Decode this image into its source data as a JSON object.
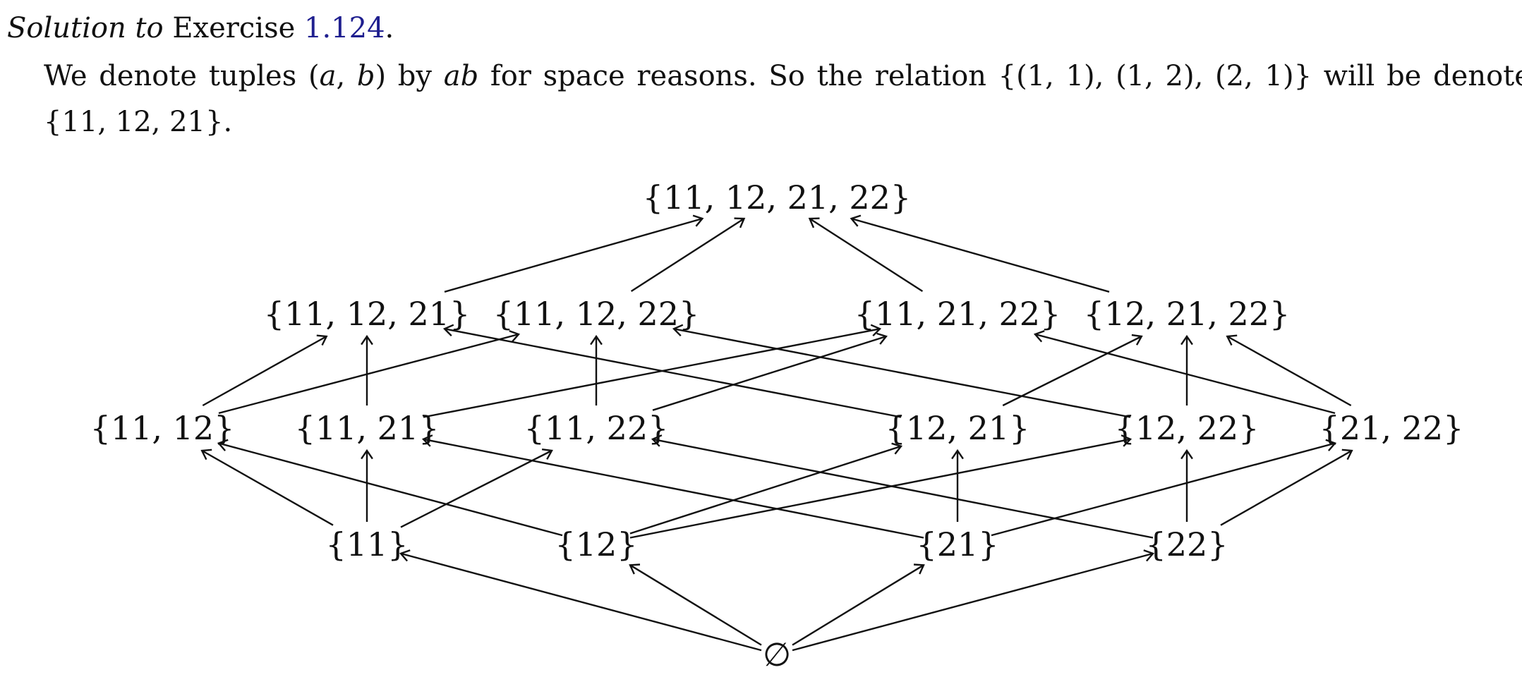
{
  "heading": {
    "solution_label": "Solution to",
    "exercise_word": " Exercise ",
    "exercise_ref": "1.124",
    "period": "."
  },
  "paragraph": {
    "line1_a": "We denote tuples (",
    "var_a": "a",
    "comma": ", ",
    "var_b": "b",
    "line1_b": ") by ",
    "var_ab": "ab",
    "line1_c": " for space reasons.  So the relation {(1, 1), (1, 2), (2, 1)} will be denoted",
    "line2": "{11, 12, 21}."
  },
  "diagram": {
    "nodes": [
      {
        "id": "top",
        "label": "{11, 12, 21, 22}"
      },
      {
        "id": "t1",
        "label": "{11, 12, 21}"
      },
      {
        "id": "t2",
        "label": "{11, 12, 22}"
      },
      {
        "id": "t3",
        "label": "{11, 21, 22}"
      },
      {
        "id": "t4",
        "label": "{12, 21, 22}"
      },
      {
        "id": "p1",
        "label": "{11, 12}"
      },
      {
        "id": "p2",
        "label": "{11, 21}"
      },
      {
        "id": "p3",
        "label": "{11, 22}"
      },
      {
        "id": "p4",
        "label": "{12, 21}"
      },
      {
        "id": "p5",
        "label": "{12, 22}"
      },
      {
        "id": "p6",
        "label": "{21, 22}"
      },
      {
        "id": "s1",
        "label": "{11}"
      },
      {
        "id": "s2",
        "label": "{12}"
      },
      {
        "id": "s3",
        "label": "{21}"
      },
      {
        "id": "s4",
        "label": "{22}"
      },
      {
        "id": "empty",
        "label": "∅"
      }
    ],
    "edges": [
      [
        "empty",
        "s1"
      ],
      [
        "empty",
        "s2"
      ],
      [
        "empty",
        "s3"
      ],
      [
        "empty",
        "s4"
      ],
      [
        "s1",
        "p1"
      ],
      [
        "s1",
        "p2"
      ],
      [
        "s1",
        "p3"
      ],
      [
        "s2",
        "p1"
      ],
      [
        "s2",
        "p4"
      ],
      [
        "s2",
        "p5"
      ],
      [
        "s3",
        "p2"
      ],
      [
        "s3",
        "p4"
      ],
      [
        "s3",
        "p6"
      ],
      [
        "s4",
        "p3"
      ],
      [
        "s4",
        "p5"
      ],
      [
        "s4",
        "p6"
      ],
      [
        "p1",
        "t1"
      ],
      [
        "p1",
        "t2"
      ],
      [
        "p2",
        "t1"
      ],
      [
        "p2",
        "t3"
      ],
      [
        "p3",
        "t2"
      ],
      [
        "p3",
        "t3"
      ],
      [
        "p4",
        "t1"
      ],
      [
        "p4",
        "t4"
      ],
      [
        "p5",
        "t2"
      ],
      [
        "p5",
        "t4"
      ],
      [
        "p6",
        "t3"
      ],
      [
        "p6",
        "t4"
      ],
      [
        "t1",
        "top"
      ],
      [
        "t2",
        "top"
      ],
      [
        "t3",
        "top"
      ],
      [
        "t4",
        "top"
      ]
    ]
  }
}
